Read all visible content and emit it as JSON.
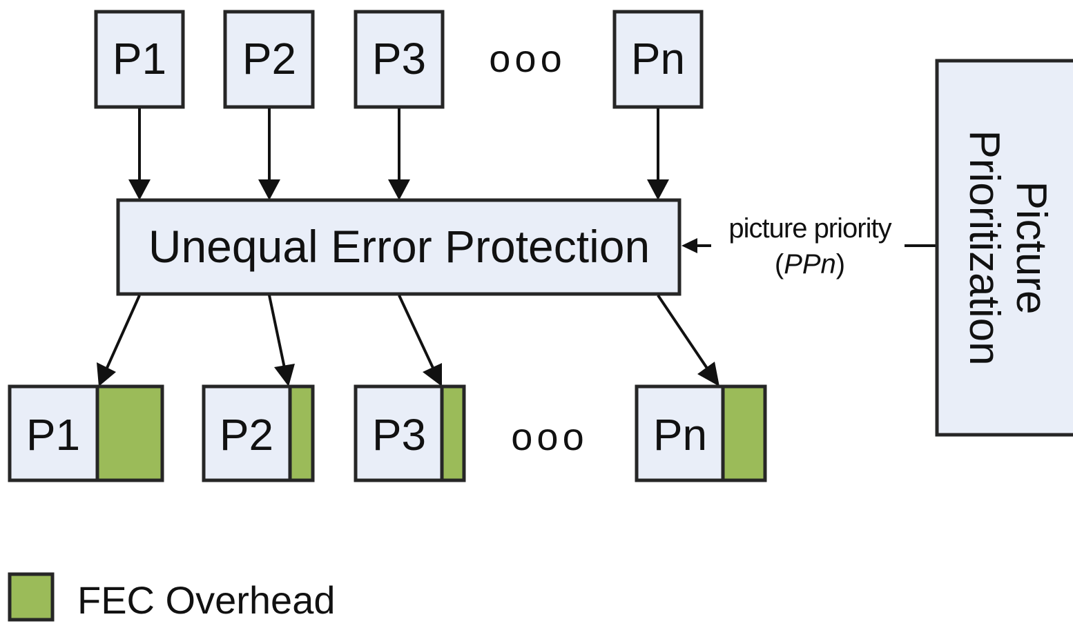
{
  "inputs": [
    "P1",
    "P2",
    "P3",
    "Pn"
  ],
  "outputs": [
    "P1",
    "P2",
    "P3",
    "Pn"
  ],
  "ellipsis": "ooo",
  "uep_label": "Unequal Error Protection",
  "priority_label": "picture priority",
  "priority_symbol_open": "(",
  "priority_symbol": "PPn",
  "priority_symbol_close": ")",
  "prioritization_line1": "Picture",
  "prioritization_line2": "Prioritization",
  "legend_label": "FEC Overhead",
  "colors": {
    "box_fill": "#e9eef8",
    "fec_fill": "#9bbb59",
    "stroke": "#262626"
  }
}
